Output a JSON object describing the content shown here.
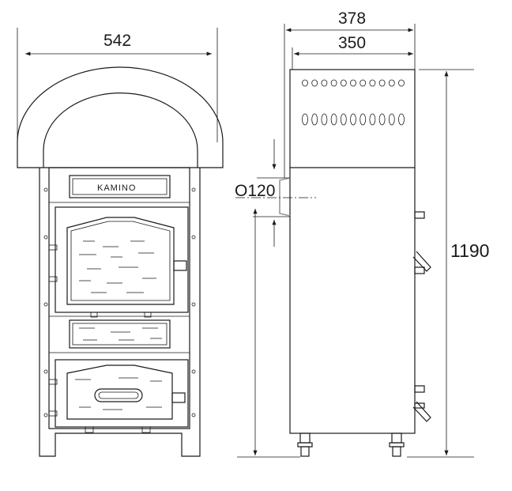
{
  "front_view": {
    "width_label": "542",
    "brand_plate": "KAMINO"
  },
  "side_view": {
    "depth_outer_label": "378",
    "depth_inner_label": "350",
    "flue_diameter_label": "O120",
    "height_label": "1190"
  }
}
